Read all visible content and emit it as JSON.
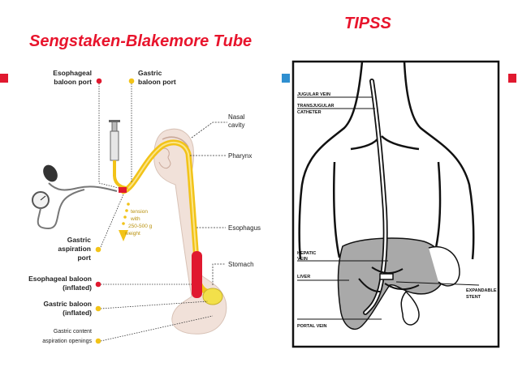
{
  "slide": {
    "left_title": "Sengstaken-Blakemore Tube",
    "right_title": "TIPSS",
    "accent_color": "#e8142c",
    "marker_colors": {
      "red": "#e0192f",
      "blue": "#2f8fd0"
    }
  },
  "sb_tube": {
    "labels": {
      "esophageal_port": [
        "Esophageal",
        "baloon port"
      ],
      "gastric_port": [
        "Gastric",
        "baloon port"
      ],
      "nasal_cavity": [
        "Nasal",
        "cavity"
      ],
      "pharynx": "Pharynx",
      "tension": [
        "tension",
        "with",
        "250-500 g",
        "weight"
      ],
      "esophagus": "Esophagus",
      "gastric_aspiration": [
        "Gastric",
        "aspiration",
        "port"
      ],
      "stomach": "Stomach",
      "esophageal_inflated": [
        "Esophageal baloon",
        "(inflated)"
      ],
      "gastric_inflated": [
        "Gastric baloon",
        "(inflated)"
      ],
      "gastric_content": [
        "Gastric content",
        "aspiration openings"
      ]
    },
    "colors": {
      "tube_yellow": "#f2c318",
      "balloon_red": "#e0192f",
      "skin": "#f1e1d9"
    }
  },
  "tipss": {
    "labels": {
      "jugular_vein": "JUGULAR VEIN",
      "transjugular_catheter": [
        "TRANSJUGULAR",
        "CATHETER"
      ],
      "hepatic_vein": [
        "HEPATIC",
        "VEIN"
      ],
      "liver": "LIVER",
      "portal_vein": "PORTAL VEIN",
      "expandable_stent": [
        "EXPANDABLE",
        "STENT"
      ]
    }
  }
}
